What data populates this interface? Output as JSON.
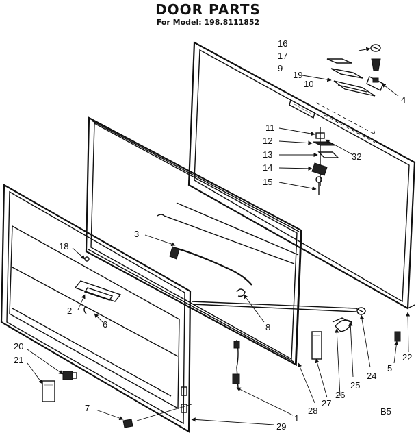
{
  "header": {
    "title": "DOOR PARTS",
    "subtitle": "For Model: 198.8111852"
  },
  "corner_code": "B5",
  "callouts": [
    "1",
    "2",
    "3",
    "4",
    "5",
    "6",
    "7",
    "8",
    "9",
    "10",
    "11",
    "12",
    "13",
    "14",
    "15",
    "16",
    "17",
    "18",
    "19",
    "20",
    "21",
    "22",
    "24",
    "25",
    "26",
    "27",
    "28",
    "29",
    "32"
  ]
}
